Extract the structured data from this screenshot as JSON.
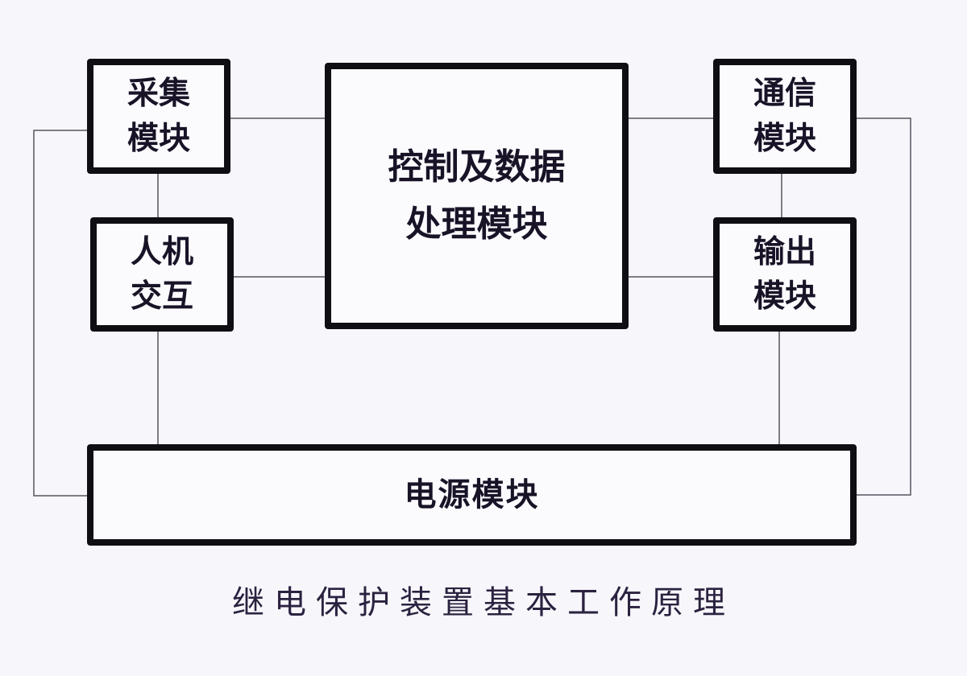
{
  "diagram": {
    "caption": "继电保护装置基本工作原理",
    "boxes": {
      "acquisition": {
        "line1": "采集",
        "line2": "模块"
      },
      "hmi": {
        "line1": "人机",
        "line2": "交互"
      },
      "control": {
        "line1": "控制及数据",
        "line2": "处理模块"
      },
      "comm": {
        "line1": "通信",
        "line2": "模块"
      },
      "output": {
        "line1": "输出",
        "line2": "模块"
      },
      "power": {
        "label": "电源模块"
      }
    },
    "colors": {
      "background": "#f7f7fb",
      "border": "#0e0e13",
      "text": "#191327",
      "line": "#55555f",
      "caption": "#2b2240"
    }
  }
}
